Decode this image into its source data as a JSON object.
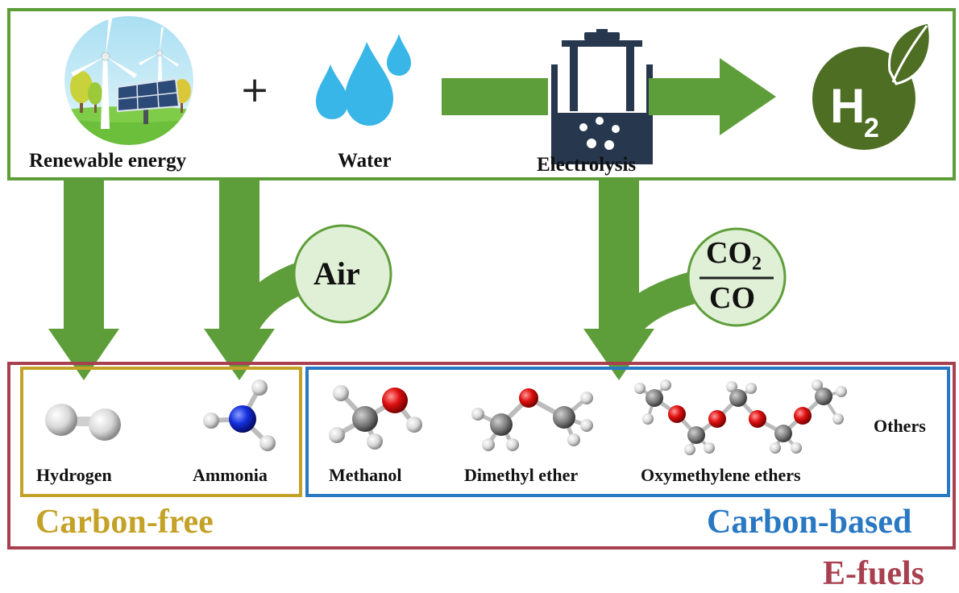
{
  "top_process": {
    "renewable_label": "Renewable energy",
    "plus_sign": "+",
    "water_label": "Water",
    "electrolysis_label": "Electrolysis",
    "h2_letter": "H",
    "h2_subscript": "2"
  },
  "inputs": {
    "air_label": "Air",
    "co2_main": "CO",
    "co2_sub": "2",
    "co_label": "CO"
  },
  "carbon_free": {
    "title": "Carbon-free",
    "items": [
      "Hydrogen",
      "Ammonia"
    ]
  },
  "carbon_based": {
    "title": "Carbon-based",
    "items": [
      "Methanol",
      "Dimethyl ether",
      "Oxymethylene ethers",
      "Others"
    ]
  },
  "efuels_title": "E-fuels",
  "colors": {
    "arrow_green": "#5e9e3a",
    "top_frame": "#5e9e3a",
    "efuel_frame": "#a8404f",
    "carbon_free_frame": "#c4a227",
    "carbon_based_frame": "#2878c3",
    "input_bubble_fill": "#dff0d6",
    "h2_badge": "#4d6e23"
  }
}
